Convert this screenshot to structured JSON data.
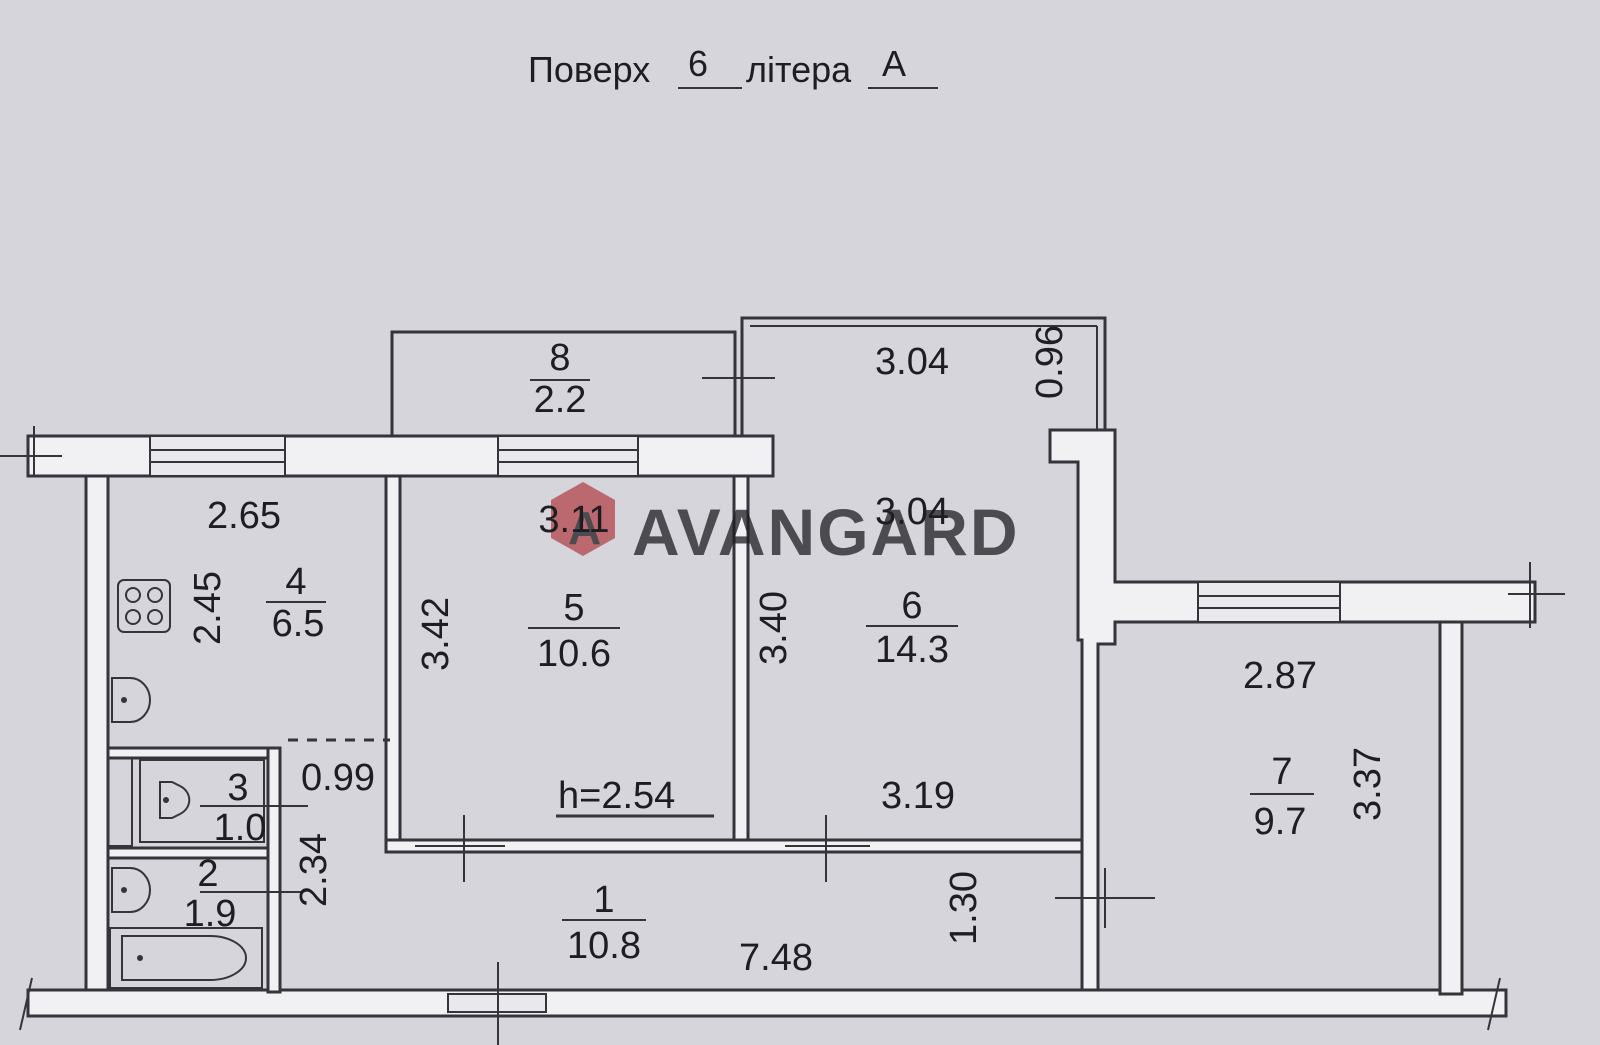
{
  "header": {
    "floor_label": "Поверх",
    "floor_value": "6",
    "letter_label": "літера",
    "letter_value": "А"
  },
  "watermark": {
    "text": "AVANGARD",
    "logo_letter": "A",
    "logo_color": "#b3444a"
  },
  "ceiling_height": "h=2.54",
  "rooms": [
    {
      "number": "1",
      "area": "10.8"
    },
    {
      "number": "2",
      "area": "1.9"
    },
    {
      "number": "3",
      "area": "1.0"
    },
    {
      "number": "4",
      "area": "6.5"
    },
    {
      "number": "5",
      "area": "10.6"
    },
    {
      "number": "6",
      "area": "14.3"
    },
    {
      "number": "7",
      "area": "9.7"
    },
    {
      "number": "8",
      "area": "2.2"
    }
  ],
  "dimensions": {
    "kitchen_width": "2.65",
    "kitchen_depth": "2.45",
    "room5_width": "3.11",
    "room5_depth": "3.42",
    "room6_width": "3.04",
    "room6_depth": "3.40",
    "room6_bottom": "3.19",
    "balcony_right_width": "3.04",
    "balcony_right_depth": "0.96",
    "room7_width": "2.87",
    "room7_depth": "3.37",
    "wc_width": "0.99",
    "bath_depth": "2.34",
    "hall_depth": "1.30",
    "hall_length": "7.48"
  }
}
